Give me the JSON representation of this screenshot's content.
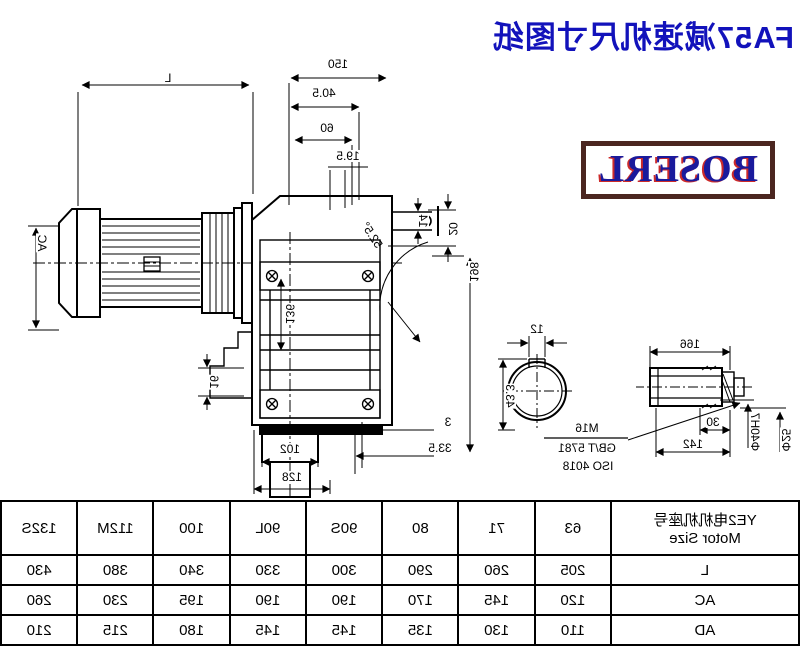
{
  "title": "FA57减速机尺寸图纸",
  "logo": {
    "text": "BOSERL"
  },
  "colors": {
    "title_blue": "#1212bb",
    "logo_blue": "#1a1a9c",
    "logo_red": "#cc2a2a",
    "logo_border": "#4b2620",
    "line_black": "#000000"
  },
  "main_view": {
    "dims": {
      "L": "L",
      "d150": "150",
      "d40_5": "40.5",
      "d60": "60",
      "d19_5": "19.5",
      "d14": "14",
      "d20": "20",
      "d198": "198",
      "angle": "52.5°",
      "AC": "AC",
      "d136": "136",
      "d16": "16",
      "d3": "3",
      "d33_5": "33.5",
      "d102": "102",
      "d128": "128"
    }
  },
  "detail_views": {
    "keyway_section": {
      "d12": "12",
      "d43_3": "43.3"
    },
    "bushing": {
      "d166": "166",
      "d30": "30",
      "d142": "142",
      "bore": "Φ40H7",
      "d25": "Φ25",
      "fastener": [
        "M16",
        "GB/T 5781",
        "ISO 4018"
      ]
    }
  },
  "table": {
    "header_col": {
      "line1": "YE2电机机座号",
      "line2": "Motor Size"
    },
    "sizes": [
      "63",
      "71",
      "80",
      "90S",
      "90L",
      "100",
      "112M",
      "132S"
    ],
    "rows": [
      {
        "label": "L",
        "values": [
          "205",
          "260",
          "290",
          "300",
          "330",
          "340",
          "380",
          "430"
        ]
      },
      {
        "label": "AC",
        "values": [
          "120",
          "145",
          "170",
          "190",
          "190",
          "195",
          "230",
          "260"
        ]
      },
      {
        "label": "AD",
        "values": [
          "110",
          "130",
          "135",
          "145",
          "145",
          "180",
          "215",
          "210"
        ]
      }
    ]
  }
}
